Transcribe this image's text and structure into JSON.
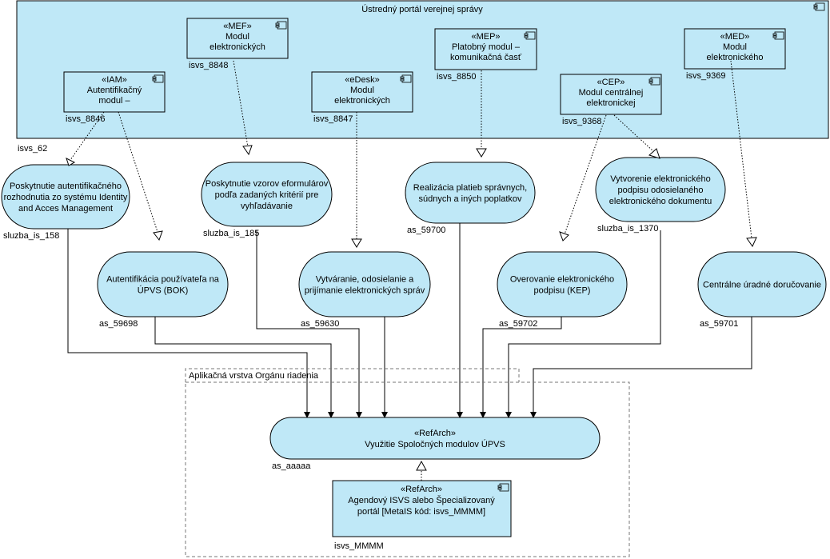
{
  "portal": {
    "title": "Ústredný portál verejnej správy",
    "id": "isvs_62"
  },
  "modules": [
    {
      "stereo": "«IAM»",
      "lines": [
        "Autentifikačný",
        "modul –"
      ],
      "id": "isvs_8846"
    },
    {
      "stereo": "«MEF»",
      "lines": [
        "Modul",
        "elektronických"
      ],
      "id": "isvs_8848"
    },
    {
      "stereo": "«eDesk»",
      "lines": [
        "Modul",
        "elektronických"
      ],
      "id": "isvs_8847"
    },
    {
      "stereo": "«MEP»",
      "lines": [
        "Platobný modul –",
        "komunikačná časť"
      ],
      "id": "isvs_8850"
    },
    {
      "stereo": "«CEP»",
      "lines": [
        "Modul centrálnej",
        "elektronickej"
      ],
      "id": "isvs_9368"
    },
    {
      "stereo": "«MED»",
      "lines": [
        "Modul",
        "elektronického"
      ],
      "id": "isvs_9369"
    }
  ],
  "services": [
    {
      "lines": [
        "Poskytnutie autentifikačného",
        "rozhodnutia zo systému Identity",
        "and Acces Management"
      ],
      "id": "sluzba_is_158"
    },
    {
      "lines": [
        "Poskytnutie vzorov eformulárov",
        "podľa zadaných kritérií pre",
        "vyhľadávanie"
      ],
      "id": "sluzba_is_185"
    },
    {
      "lines": [
        "Realizácia platieb správnych,",
        "súdnych a iných poplatkov"
      ],
      "id": "as_59700"
    },
    {
      "lines": [
        "Vytvorenie elektronického",
        "podpisu odosielaného",
        "elektronického dokumentu"
      ],
      "id": "sluzba_is_1370"
    },
    {
      "lines": [
        "Autentifikácia používateľa na",
        "ÚPVS (BOK)"
      ],
      "id": "as_59698"
    },
    {
      "lines": [
        "Vytváranie, odosielanie a",
        "prijímanie elektronických správ"
      ],
      "id": "as_59630"
    },
    {
      "lines": [
        "Overovanie elektronického",
        "podpisu (KEP)"
      ],
      "id": "as_59702"
    },
    {
      "lines": [
        "Centrálne úradné doručovanie"
      ],
      "id": "as_59701"
    }
  ],
  "app_layer": {
    "title": "Aplikačná vrstva Orgánu riadenia",
    "refarch_service": {
      "stereo": "«RefArch»",
      "lines": [
        "Využitie Spoločných modulov ÚPVS"
      ],
      "id": "as_aaaaa"
    },
    "refarch_component": {
      "stereo": "«RefArch»",
      "lines": [
        "Agendový ISVS alebo Špecializovaný",
        "portál [MetaIS kód: isvs_MMMM]"
      ],
      "id": "isvs_MMMM"
    }
  }
}
